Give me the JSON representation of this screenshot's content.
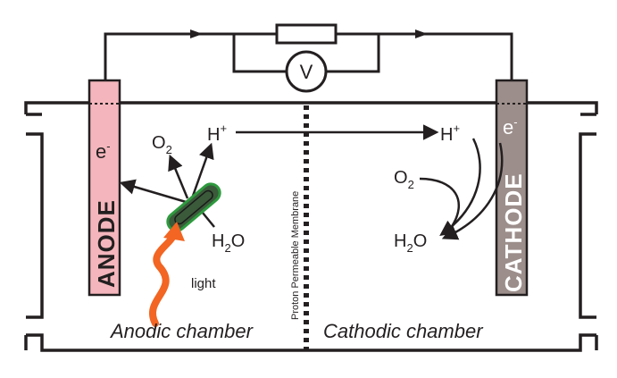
{
  "circuit": {
    "voltmeter_symbol": "V"
  },
  "electrodes": {
    "anode": {
      "label": "ANODE",
      "electron": "e",
      "electron_sup": "-",
      "color": "#f4b6bc"
    },
    "cathode": {
      "label": "CATHODE",
      "electron": "e",
      "electron_sup": "-",
      "color": "#9c8e8b"
    }
  },
  "anodic_species": {
    "o2": "O",
    "o2_sub": "2",
    "h_plus": "H",
    "h_plus_sup": "+",
    "h2o_h": "H",
    "h2o_sub": "2",
    "h2o_o": "O",
    "light": "light"
  },
  "cathodic_species": {
    "h_plus": "H",
    "h_plus_sup": "+",
    "o2": "O",
    "o2_sub": "2",
    "h2o_h": "H",
    "h2o_sub": "2",
    "h2o_o": "O"
  },
  "membrane": {
    "label": "Proton Permeable Membrane"
  },
  "chambers": {
    "anodic": "Anodic chamber",
    "cathodic": "Cathodic chamber"
  },
  "colors": {
    "line": "#231f20",
    "light_arrow": "#f26522",
    "cell_body": "#3a5a3a",
    "cell_outline": "#2e9a3e"
  }
}
